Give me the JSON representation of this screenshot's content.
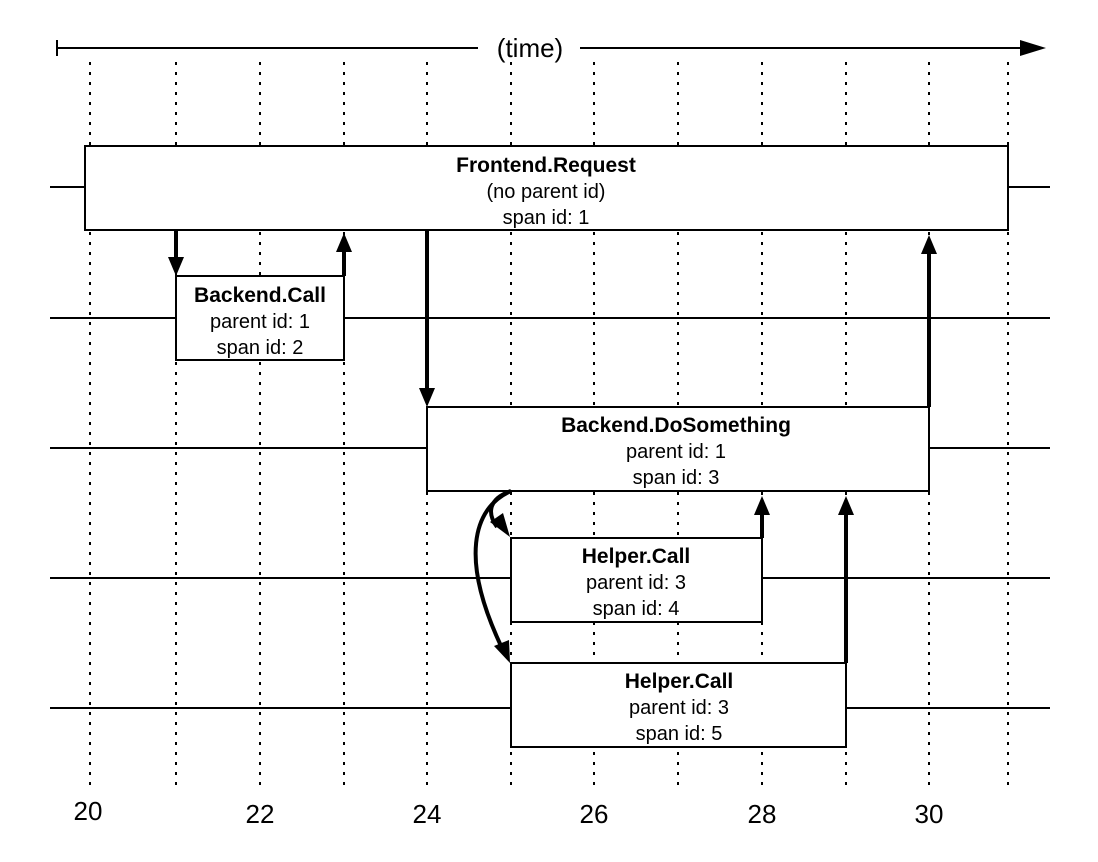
{
  "time_label": "(time)",
  "spans": [
    {
      "title": "Frontend.Request",
      "lines": [
        "(no parent id)",
        "span id: 1"
      ]
    },
    {
      "title": "Backend.Call",
      "lines": [
        "parent id: 1",
        "span id: 2"
      ]
    },
    {
      "title": "Backend.DoSomething",
      "lines": [
        "parent id: 1",
        "span id: 3"
      ]
    },
    {
      "title": "Helper.Call",
      "lines": [
        "parent id: 3",
        "span id: 4"
      ]
    },
    {
      "title": "Helper.Call",
      "lines": [
        "parent id: 3",
        "span id: 5"
      ]
    }
  ],
  "ticks": [
    "20",
    "22",
    "24",
    "26",
    "28",
    "30"
  ]
}
